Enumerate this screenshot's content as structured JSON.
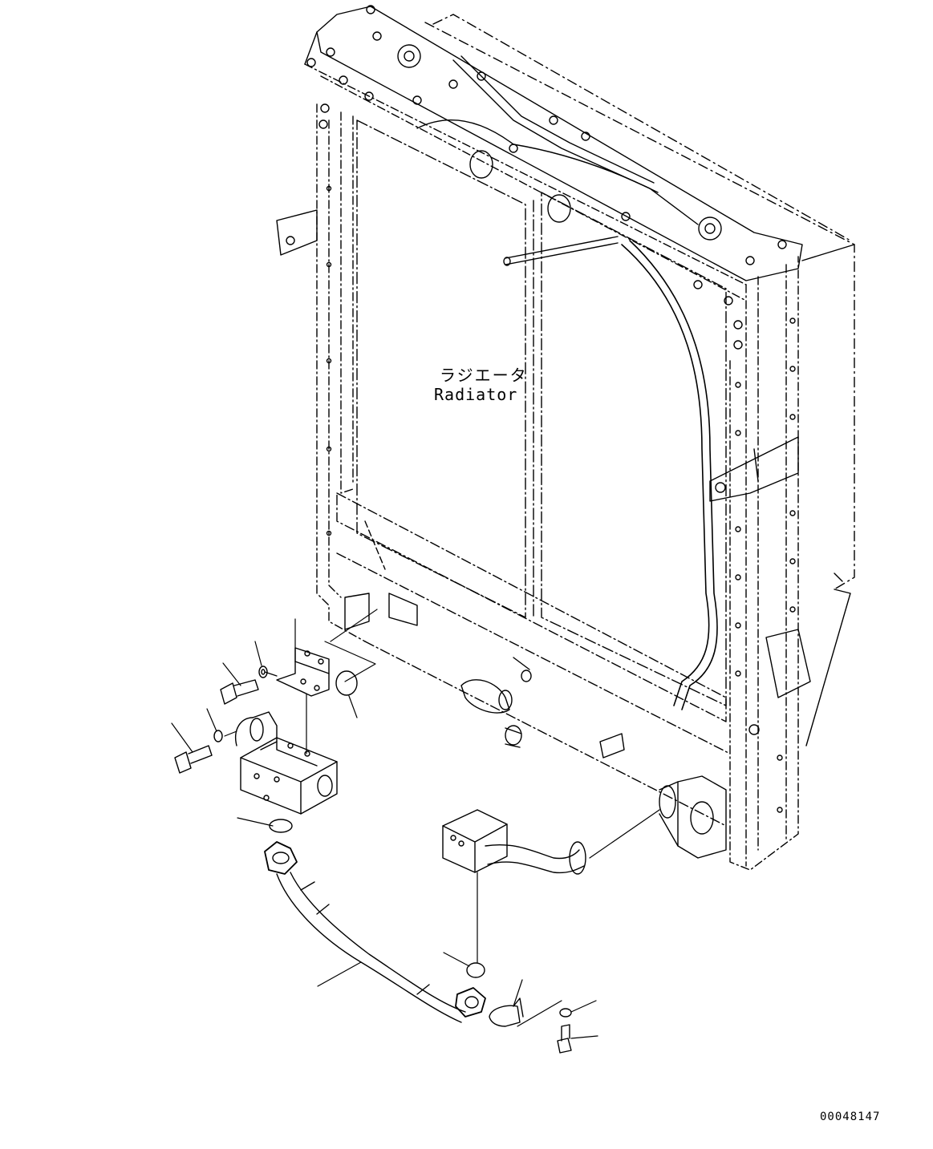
{
  "diagram": {
    "component_label_jp": "ラジエータ",
    "component_label_en": "Radiator",
    "drawing_number": "00048147"
  },
  "colors": {
    "line": "#000000",
    "background": "#ffffff"
  }
}
